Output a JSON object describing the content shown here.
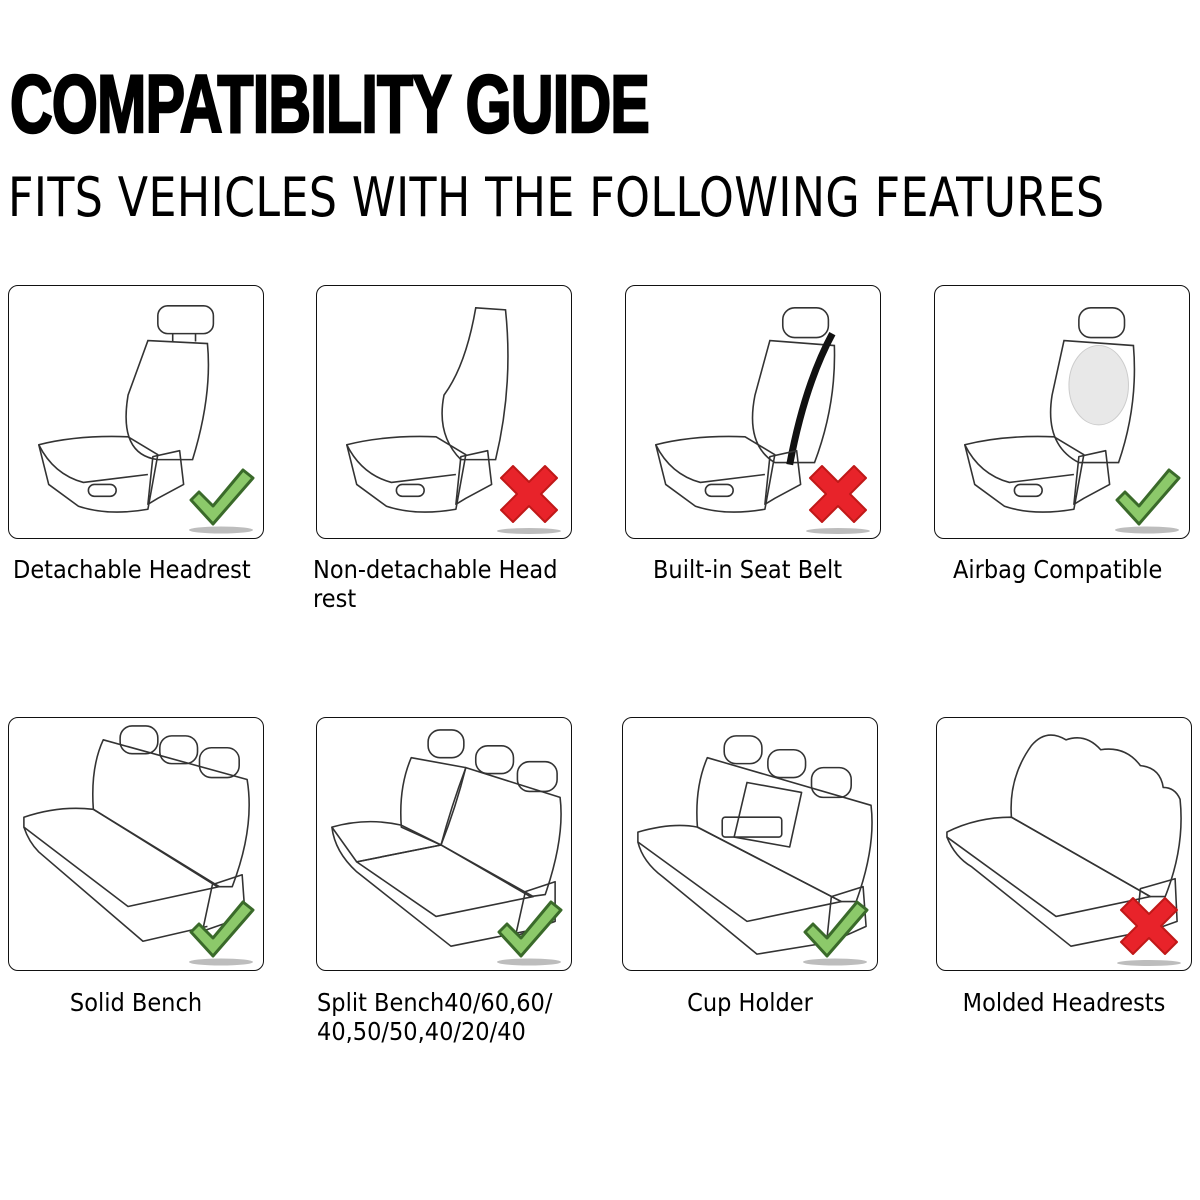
{
  "header": {
    "title": "COMPATIBILITY GUIDE",
    "subtitle": "FITS VEHICLES WITH THE FOLLOWING FEATURES"
  },
  "colors": {
    "check_fill": "#8cc96a",
    "check_stroke": "#3a6a2a",
    "cross_fill": "#e8232a",
    "card_border": "#111111",
    "line_art": "#333333"
  },
  "features": [
    {
      "label_line1": "Detachable Headrest",
      "label_line2": "",
      "status": "compatible",
      "icon": "check-icon",
      "seat_type": "bucket-seat-detachable-headrest"
    },
    {
      "label_line1": "Non-detachable Head",
      "label_line2": "rest",
      "status": "incompatible",
      "icon": "cross-icon",
      "seat_type": "bucket-seat-integrated-headrest"
    },
    {
      "label_line1": "Built-in Seat Belt",
      "label_line2": "",
      "status": "incompatible",
      "icon": "cross-icon",
      "seat_type": "bucket-seat-with-belt"
    },
    {
      "label_line1": "Airbag Compatible",
      "label_line2": "",
      "status": "compatible",
      "icon": "check-icon",
      "seat_type": "bucket-seat-with-airbag"
    },
    {
      "label_line1": "Solid Bench",
      "label_line2": "",
      "status": "compatible",
      "icon": "check-icon",
      "seat_type": "solid-bench-seat"
    },
    {
      "label_line1": "Split Bench40/60,60/",
      "label_line2": "40,50/50,40/20/40",
      "status": "compatible",
      "icon": "check-icon",
      "seat_type": "split-bench-seat"
    },
    {
      "label_line1": "Cup Holder",
      "label_line2": "",
      "status": "compatible",
      "icon": "check-icon",
      "seat_type": "bench-seat-with-cup-holder"
    },
    {
      "label_line1": "Molded Headrests",
      "label_line2": "",
      "status": "incompatible",
      "icon": "cross-icon",
      "seat_type": "bench-seat-molded-headrests"
    }
  ]
}
